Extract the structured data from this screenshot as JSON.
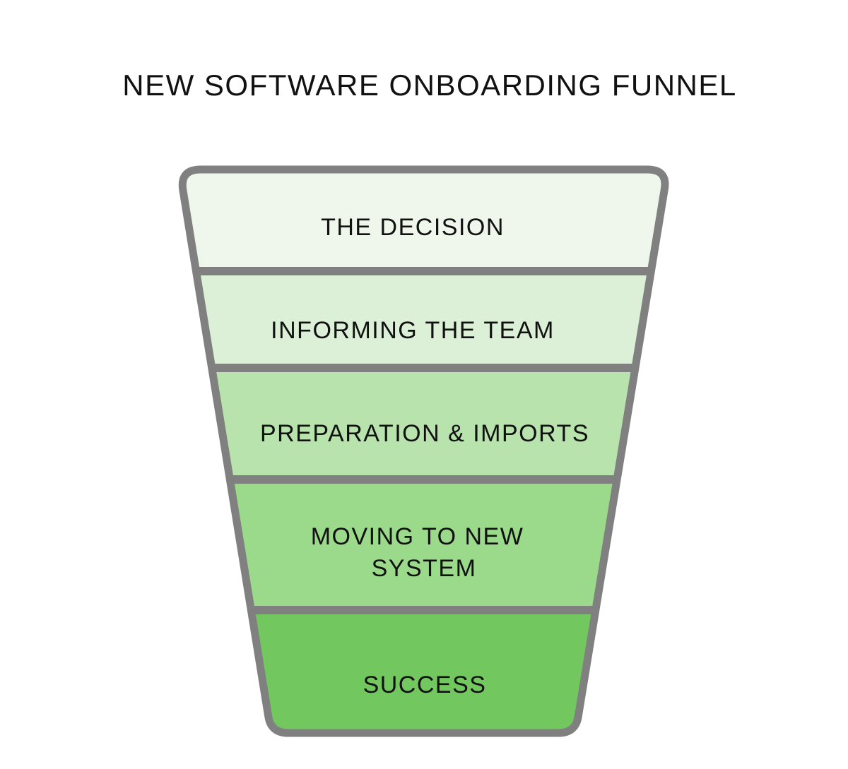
{
  "title": "NEW SOFTWARE ONBOARDING FUNNEL",
  "colors": {
    "outline": "#808080",
    "stage_1": "#eff7ec",
    "stage_2": "#dbf0d6",
    "stage_3": "#b9e3ad",
    "stage_4": "#9bd98b",
    "stage_5": "#72c85f",
    "text": "#111111"
  },
  "stages": [
    {
      "lines": [
        "THE DECISION"
      ]
    },
    {
      "lines": [
        "INFORMING THE TEAM"
      ]
    },
    {
      "lines": [
        "PREPARATION & IMPORTS"
      ]
    },
    {
      "lines": [
        "MOVING TO NEW",
        "SYSTEM"
      ]
    },
    {
      "lines": [
        "SUCCESS"
      ]
    }
  ]
}
